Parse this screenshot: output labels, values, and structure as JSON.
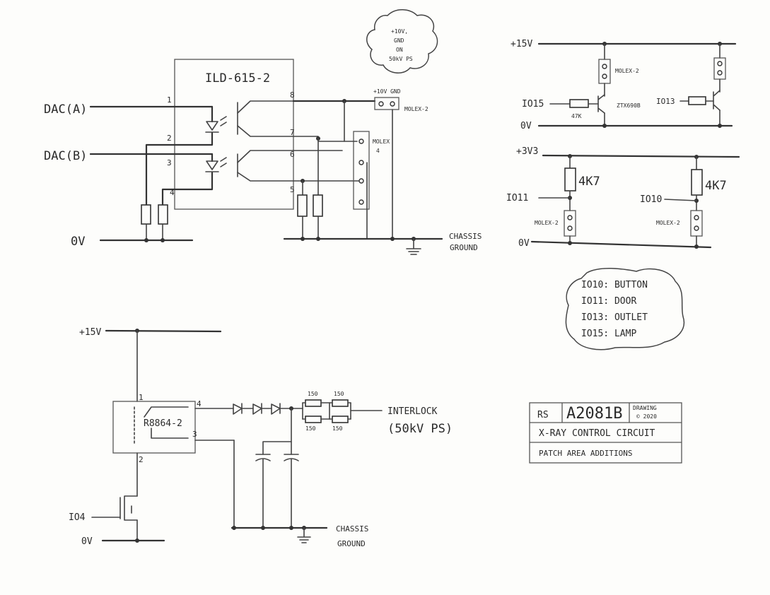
{
  "top_left": {
    "chip_label": "ILD-615-2",
    "dac_a": "DAC(A)",
    "dac_b": "DAC(B)",
    "ov": "0V",
    "pins": [
      "1",
      "2",
      "3",
      "4",
      "5",
      "6",
      "7",
      "8"
    ],
    "power_label": "+10V GND",
    "molex2": "MOLEX-2",
    "molex4_a": "MOLEX",
    "molex4_b": "4",
    "chassis_1": "CHASSIS",
    "chassis_2": "GROUND"
  },
  "note_cloud": [
    "+10V,",
    "GND",
    "ON",
    "50kV PS"
  ],
  "top_right_a": {
    "v15": "+15V",
    "ov": "0V",
    "molex": "MOLEX-2",
    "io15": "IO15",
    "r47k": "47K",
    "transistor": "ZTX690B",
    "io13": "IO13"
  },
  "top_right_b": {
    "v33": "+3V3",
    "ov": "0V",
    "r_left": "4K7",
    "r_right": "4K7",
    "io11": "IO11",
    "io10": "IO10",
    "molex_left": "MOLEX-2",
    "molex_right": "MOLEX-2"
  },
  "legend": [
    "IO10: BUTTON",
    "IO11: DOOR",
    "IO13: OUTLET",
    "IO15: LAMP"
  ],
  "bottom": {
    "v15": "+15V",
    "ov": "0V",
    "io4": "IO4",
    "relay": "R8864-2",
    "pin1": "1",
    "pin2": "2",
    "pin3": "3",
    "pin4": "4",
    "r150": [
      "150",
      "150",
      "150",
      "150"
    ],
    "interlock_1": "INTERLOCK",
    "interlock_2": "(50kV PS)",
    "chassis_1": "CHASSIS",
    "chassis_2": "GROUND"
  },
  "title_block": {
    "initials": "RS",
    "number": "A2081B",
    "drawing": "DRAWING",
    "year": "© 2020",
    "title": "X-RAY CONTROL CIRCUIT",
    "subtitle": "PATCH AREA ADDITIONS"
  }
}
